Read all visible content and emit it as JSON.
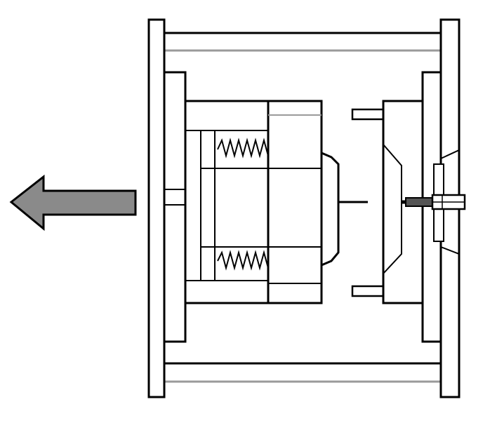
{
  "diagram": {
    "kind": "injection-mold-opening-schematic",
    "background_color": "#ffffff",
    "line_color": "#000000",
    "shade_color": "#9a9a9a",
    "arrow": {
      "direction": "left",
      "fill_color": "#8a8a8a",
      "icon": "left-arrow-icon"
    },
    "parts": [
      "moving-platen",
      "fixed-platen",
      "tie-bars",
      "ejector-box",
      "springs",
      "core-insert",
      "cavity-plate",
      "guide-pins",
      "sprue",
      "nozzle"
    ]
  }
}
